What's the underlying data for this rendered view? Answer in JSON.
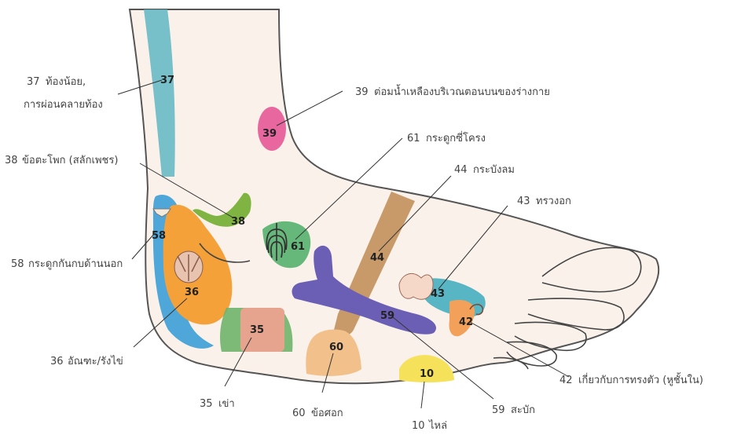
{
  "zones": [
    {
      "id": "37",
      "num": "37",
      "label_lines": [
        "ท้องน้อย,",
        "การผ่อนคลายท้อง"
      ],
      "color": "#5fb6c3"
    },
    {
      "id": "39",
      "num": "39",
      "label": "ต่อมน้ำเหลืองบริเวณตอนบนของร่างกาย",
      "color": "#e8679f"
    },
    {
      "id": "61",
      "num": "61",
      "label": "กระดูกซี่โครง",
      "color": "#66b87a"
    },
    {
      "id": "38",
      "num": "38",
      "label": "ข้อตะโพก (สลักเพชร)",
      "color": "#7fb442"
    },
    {
      "id": "44",
      "num": "44",
      "label": "กระบังลม",
      "color": "#c89a6a"
    },
    {
      "id": "43",
      "num": "43",
      "label": "ทรวงอก",
      "color": "#58b5c4"
    },
    {
      "id": "58",
      "num": "58",
      "label": "กระดูกกันกบด้านนอก",
      "color": "#4ea6d9"
    },
    {
      "id": "36",
      "num": "36",
      "label": "อัณฑะ/รังไข่",
      "color": "#f5a13a"
    },
    {
      "id": "42",
      "num": "42",
      "label": "เกี่ยวกับการทรงตัว (หูชั้นใน)",
      "color": "#f3a15a"
    },
    {
      "id": "35",
      "num": "35",
      "label": "เข่า",
      "color": "#e6a38e"
    },
    {
      "id": "60",
      "num": "60",
      "label": "ข้อศอก",
      "color": "#f2c08a"
    },
    {
      "id": "10",
      "num": "10",
      "label": "ไหล่",
      "color": "#f5e15a"
    },
    {
      "id": "59",
      "num": "59",
      "label": "สะบัก",
      "color": "#6a5fb5"
    }
  ]
}
